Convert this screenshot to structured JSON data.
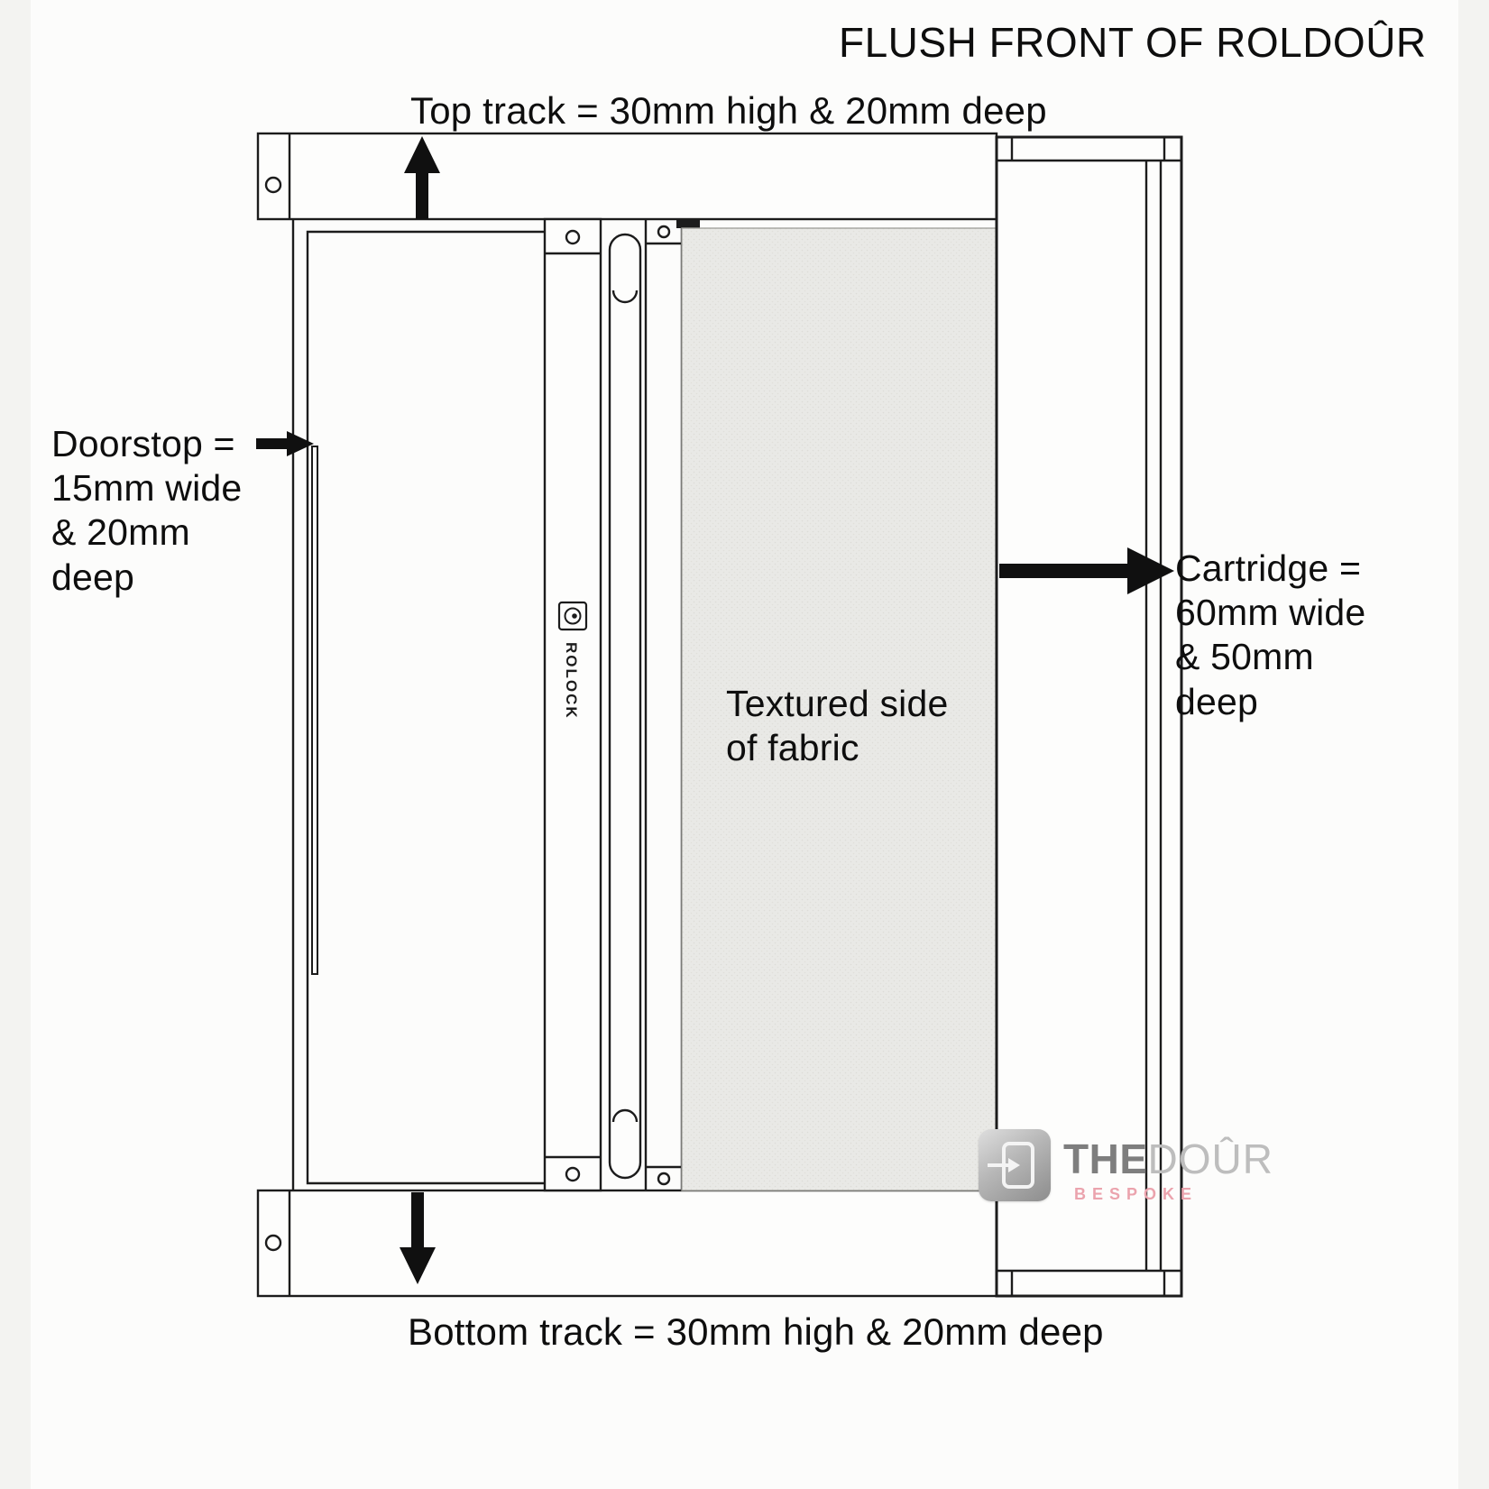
{
  "title": "FLUSH FRONT OF ROLDOÛR",
  "top_track_label": "Top track = 30mm high & 20mm deep",
  "bottom_track_label": "Bottom track = 30mm high & 20mm deep",
  "doorstop_label_lines": [
    "Doorstop =",
    "15mm wide",
    "& 20mm",
    "deep"
  ],
  "cartridge_label_lines": [
    "Cartridge =",
    "60mm wide",
    "& 50mm",
    "deep"
  ],
  "fabric_label_lines": [
    "Textured side",
    "of fabric"
  ],
  "roller_brand": "ROLOCK",
  "logo": {
    "the": "THE",
    "dour": "DOÛR",
    "bespoke": "BESPOKE"
  },
  "icons": {
    "top_track_arrow": "arrow-up",
    "bottom_track_arrow": "arrow-down",
    "doorstop_arrow": "arrow-right",
    "cartridge_arrow": "arrow-right",
    "logo_door_icon": "door-with-arrow",
    "roller_lock_icon": "spiral-badge"
  },
  "colors": {
    "line": "#1c1c1c",
    "fabric_fill": "#e9e9e6",
    "logo_the": "#7e7e7e",
    "logo_dour": "#bdbdbd",
    "logo_bespoke": "#eba3ad"
  }
}
